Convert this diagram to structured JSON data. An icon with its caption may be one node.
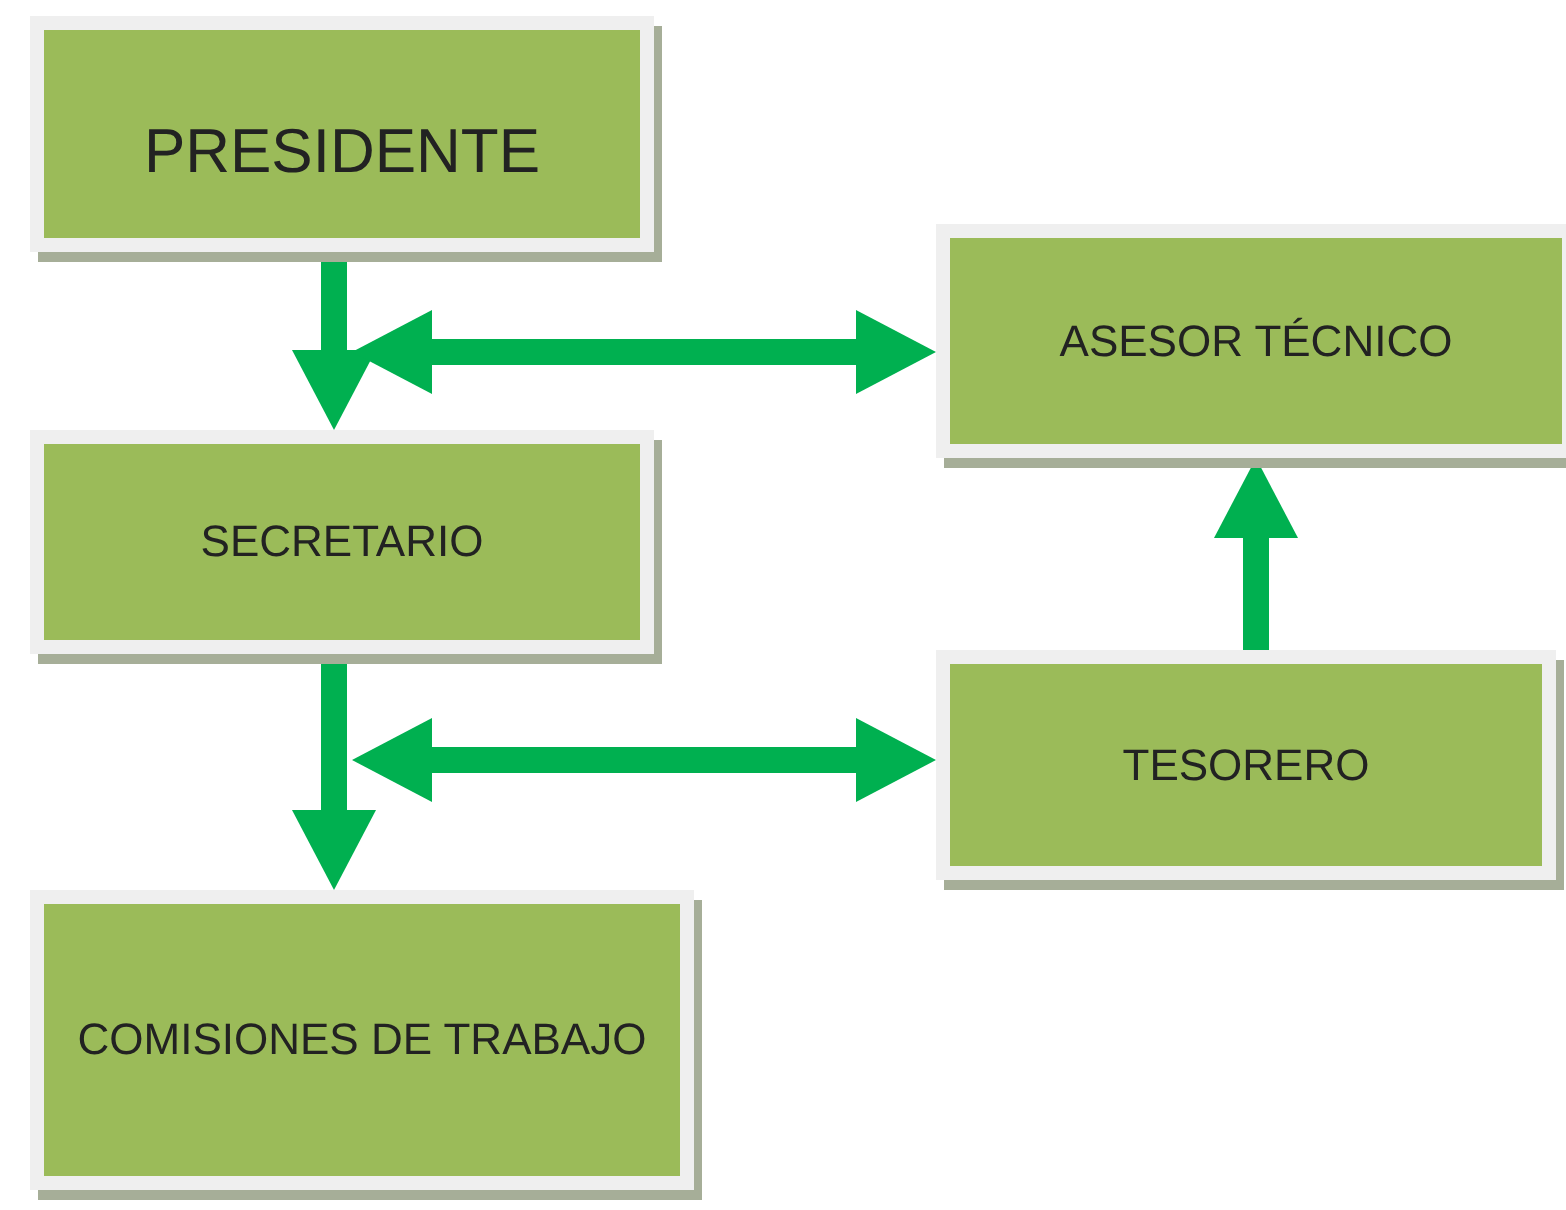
{
  "diagram": {
    "nodes": [
      {
        "text": [
          "PRESIDENTE"
        ]
      },
      {
        "text": [
          "ASESOR TÉCNICO"
        ]
      },
      {
        "text": [
          "SECRETARIO"
        ]
      },
      {
        "text": [
          "TESORERO"
        ]
      },
      {
        "text": [
          "COMISIONES DE TRABAJO"
        ]
      }
    ],
    "edges": [
      {
        "from": 0,
        "to": 2,
        "arrow": "to"
      },
      {
        "from": 2,
        "to": 1,
        "arrow": "both"
      },
      {
        "from": 2,
        "to": 4,
        "arrow": "to"
      },
      {
        "from": 2,
        "to": 3,
        "arrow": "both"
      },
      {
        "from": 3,
        "to": 1,
        "arrow": "to"
      }
    ]
  }
}
